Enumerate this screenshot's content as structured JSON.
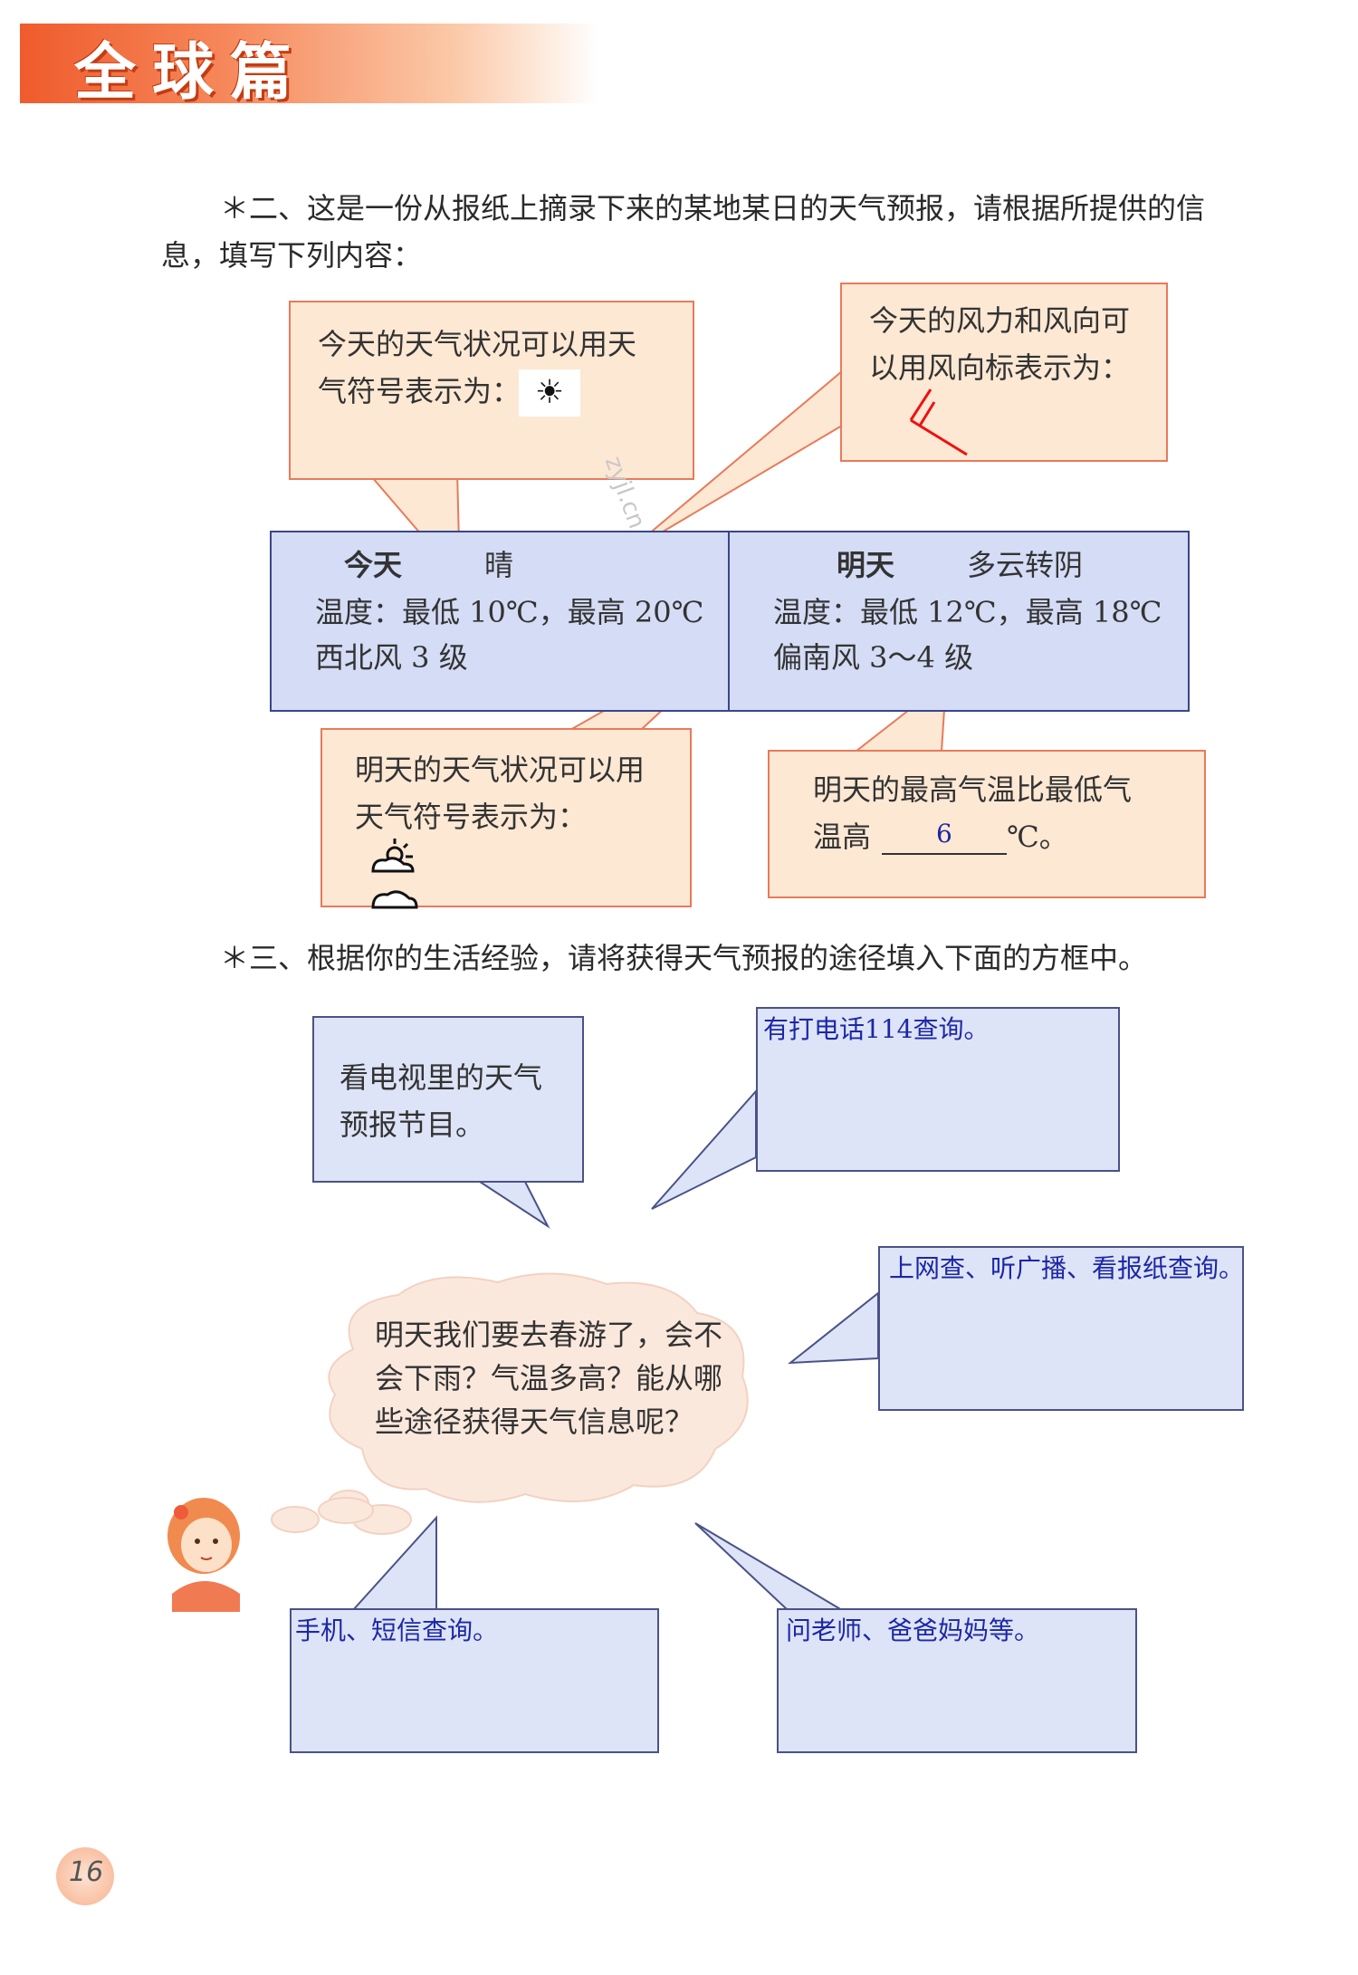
{
  "header": {
    "title": "全球篇"
  },
  "q2": {
    "intro_line1": "＊二、这是一份从报纸上摘录下来的某地某日的天气预报，请根据所提供的信",
    "intro_line2": "息，填写下列内容：",
    "callout_today_symbol": {
      "line1": "今天的天气状况可以用天",
      "line2": "气符号表示为：",
      "symbol": "☀"
    },
    "callout_wind": {
      "line1": "今天的风力和风向可",
      "line2": "以用风向标表示为："
    },
    "today": {
      "label": "今天",
      "weather": "晴",
      "temp": "温度：最低 10℃，最高 20℃",
      "wind": "西北风 3 级"
    },
    "tomorrow": {
      "label": "明天",
      "weather": "多云转阴",
      "temp": "温度：最低 12℃，最高 18℃",
      "wind": "偏南风 3～4 级"
    },
    "callout_tomorrow_symbol": {
      "line1": "明天的天气状况可以用",
      "line2": "天气符号表示为："
    },
    "callout_diff": {
      "line1": "明天的最高气温比最低气",
      "prefix": "温高",
      "answer": "6",
      "suffix": "℃。"
    },
    "watermark": "zyjl.cn"
  },
  "q3": {
    "intro": "＊三、根据你的生活经验，请将获得天气预报的途径填入下面的方框中。",
    "example": {
      "line1": "看电视里的天气",
      "line2": "预报节目。"
    },
    "thought": {
      "line1": "明天我们要去春游了，会不",
      "line2": "会下雨？气温多高？能从哪",
      "line3": "些途径获得天气信息呢？"
    },
    "answer_phone": "有打电话114查询。",
    "answer_net": "上网查、听广播、看报纸查询。",
    "answer_mobile": "手机、短信查询。",
    "answer_ask": "问老师、爸爸妈妈等。"
  },
  "footer": {
    "page_number": "16"
  },
  "colors": {
    "accent": "#ef5b2c",
    "peach": "#fde8d4",
    "blue_box": "#d4dcf6",
    "answer": "#1d27a6"
  }
}
